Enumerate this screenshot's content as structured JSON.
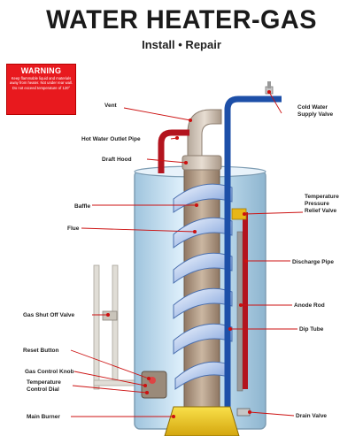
{
  "header": {
    "title": "WATER HEATER-GAS",
    "subtitle": "Install • Repair"
  },
  "warning": {
    "title": "WARNING",
    "body": "Keep flammable liquid and materials away from heater. Not under rear wall. Do not exceed temperature of 120°"
  },
  "labels": {
    "vent": "Vent",
    "cold_water": [
      "Cold Water",
      "Supply Valve"
    ],
    "hot_water_outlet": "Hot Water Outlet Pipe",
    "draft_hood": "Draft Hood",
    "baffle": "Baffle",
    "flue": "Flue",
    "temperature_pressure": [
      "Temperature",
      "Pressure",
      "Relief Valve"
    ],
    "discharge_pipe": "Discharge Pipe",
    "gas_shutoff": "Gas Shut Off Valve",
    "anode_rod": "Anode Rod",
    "dip_tube": "Dip Tube",
    "reset_button": "Reset Button",
    "gas_control_knob": "Gas Control Knob",
    "temperature_control": [
      "Temperature",
      "Control Dial"
    ],
    "main_burner": "Main Burner",
    "drain_valve": "Drain Valve"
  },
  "colors": {
    "hot_pipe": "#b3141e",
    "cold_pipe": "#1d4fa8",
    "tank": "#b9d7ea",
    "flue_metal": "#a88f7a",
    "burner": "#f2d21b",
    "warning_bg": "#e8191e",
    "leader_line": "#cc1111"
  }
}
